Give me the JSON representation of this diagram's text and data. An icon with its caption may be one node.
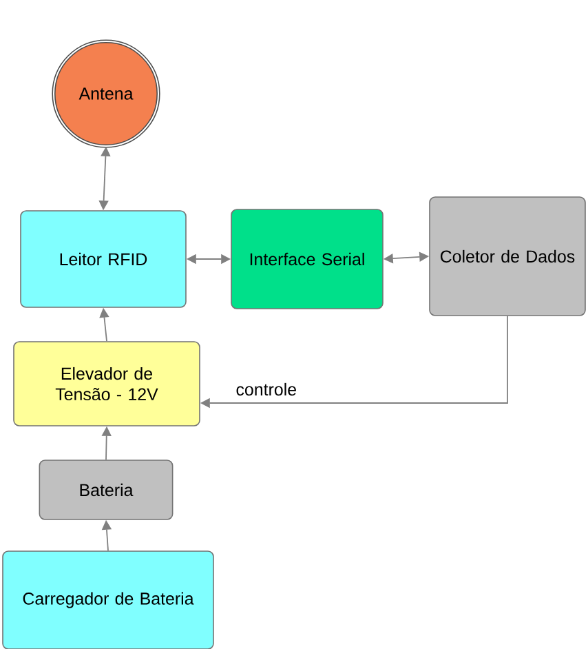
{
  "diagram": {
    "nodes": [
      {
        "text": [
          "Antena"
        ]
      },
      {
        "text": [
          "Leitor RFID"
        ]
      },
      {
        "text": [
          "Interface Serial"
        ]
      },
      {
        "text": [
          "Coletor de Dados"
        ]
      },
      {
        "text": [
          "Elevador de Tensão - 12V"
        ]
      },
      {
        "text": [
          "Bateria"
        ]
      },
      {
        "text": [
          "Carregador de Bateria"
        ]
      }
    ],
    "edges": [
      {
        "from": 0,
        "to": 1,
        "arrow": "both"
      },
      {
        "from": 1,
        "to": 2,
        "arrow": "both"
      },
      {
        "from": 2,
        "to": 3,
        "arrow": "both"
      },
      {
        "from": 3,
        "to": 4,
        "arrow": "to",
        "label": "controle"
      },
      {
        "from": 4,
        "to": 1,
        "arrow": "to"
      },
      {
        "from": 5,
        "to": 4,
        "arrow": "to"
      },
      {
        "from": 6,
        "to": 5,
        "arrow": "to"
      }
    ]
  }
}
